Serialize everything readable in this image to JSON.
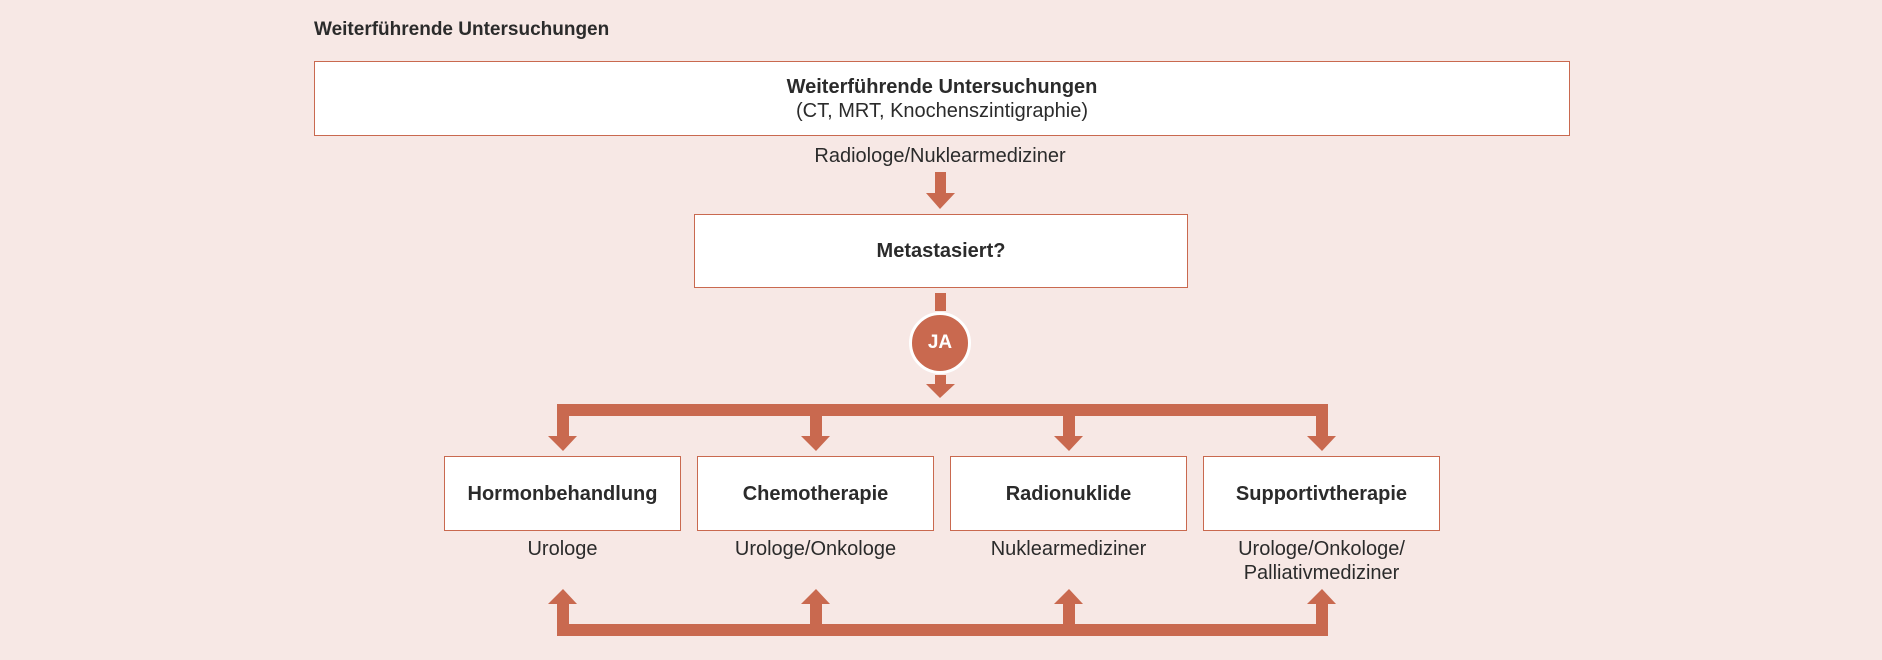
{
  "heading": "Weiterführende Untersuchungen",
  "top_box": {
    "title": "Weiterführende Untersuchungen",
    "subtitle": "(CT, MRT, Knochenszintigraphie)",
    "caption": "Radiologe/Nuklearmediziner"
  },
  "decision": {
    "question": "Metastasiert?",
    "answer": "JA"
  },
  "options": [
    {
      "title": "Hormonbehandlung",
      "caption": "Urologe",
      "caption2": ""
    },
    {
      "title": "Chemotherapie",
      "caption": "Urologe/Onkologe",
      "caption2": ""
    },
    {
      "title": "Radionuklide",
      "caption": "Nuklearmediziner",
      "caption2": ""
    },
    {
      "title": "Supportivtherapie",
      "caption": "Urologe/Onkologe/",
      "caption2": "Palliativmediziner"
    }
  ],
  "colors": {
    "background": "#f7e8e5",
    "accent": "#c9694f",
    "box_fill": "#ffffff"
  }
}
